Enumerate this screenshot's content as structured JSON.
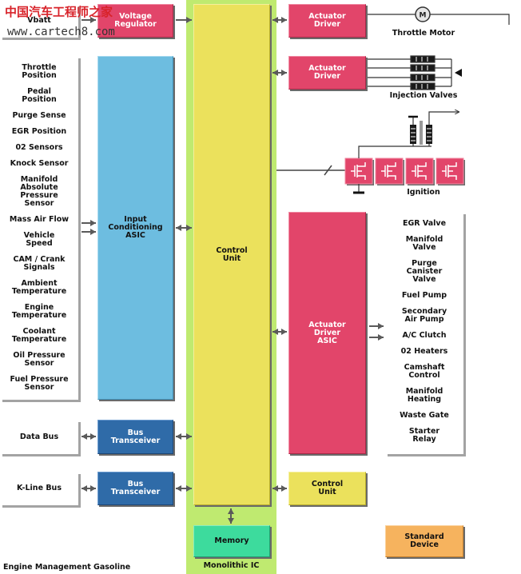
{
  "watermark": {
    "site_name": "中国汽车工程师之家",
    "url": "www.cartech8.com"
  },
  "diagram_title": "Engine Management Gasoline",
  "power": {
    "source": "Vbatt",
    "regulator": "Voltage\nRegulator"
  },
  "monolithic_ic": {
    "label": "Monolithic IC",
    "control_unit": "Control\nUnit",
    "memory": "Memory"
  },
  "inputs": {
    "asic": "Input\nConditioning\nASIC",
    "sensors": [
      "Throttle\nPosition",
      "Pedal\nPosition",
      "Purge Sense",
      "EGR Position",
      "02 Sensors",
      "Knock Sensor",
      "Manifold\nAbsolute\nPressure\nSensor",
      "Mass Air Flow",
      "Vehicle\nSpeed",
      "CAM / Crank\nSignals",
      "Ambient\nTemperature",
      "Engine\nTemperature",
      "Coolant\nTemperature",
      "Oil Pressure\nSensor",
      "Fuel Pressure\nSensor"
    ]
  },
  "buses": [
    {
      "name": "Data Bus",
      "transceiver": "Bus\nTransceiver"
    },
    {
      "name": "K-Line Bus",
      "transceiver": "Bus\nTransceiver"
    }
  ],
  "outputs": {
    "throttle": {
      "driver": "Actuator\nDriver",
      "motor_symbol": "M",
      "label": "Throttle Motor"
    },
    "injection": {
      "driver": "Actuator\nDriver",
      "label": "Injection Valves"
    },
    "ignition": {
      "label": "Ignition"
    },
    "actuator_asic": "Actuator\nDriver\nASIC",
    "actuators": [
      "EGR Valve",
      "Manifold\nValve",
      "Purge\nCanister\nValve",
      "Fuel Pump",
      "Secondary\nAir Pump",
      "A/C Clutch",
      "02 Heaters",
      "Camshaft\nControl",
      "Manifold\nHeating",
      "Waste Gate",
      "Starter\nRelay"
    ]
  },
  "legend": {
    "control_unit": "Control\nUnit",
    "standard_device": "Standard\nDevice"
  },
  "colors": {
    "actuator_driver_red": "#e2456a",
    "input_asic_blue": "#6dbde0",
    "bus_transceiver_blue": "#2f6ba8",
    "control_unit_yellow": "#ebe15c",
    "monolithic_ic_green": "#bfea70",
    "memory_green": "#3ddb9d",
    "standard_device_orange": "#f6b35e",
    "watermark_red": "#d8232a",
    "arrow_gray": "#5a5a5a"
  }
}
